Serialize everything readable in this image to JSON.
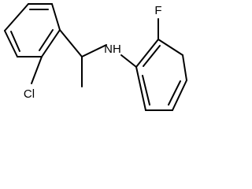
{
  "structure": {
    "atom_labels": {
      "amine": "NH",
      "fluorine": "F",
      "chlorine": "Cl"
    }
  }
}
